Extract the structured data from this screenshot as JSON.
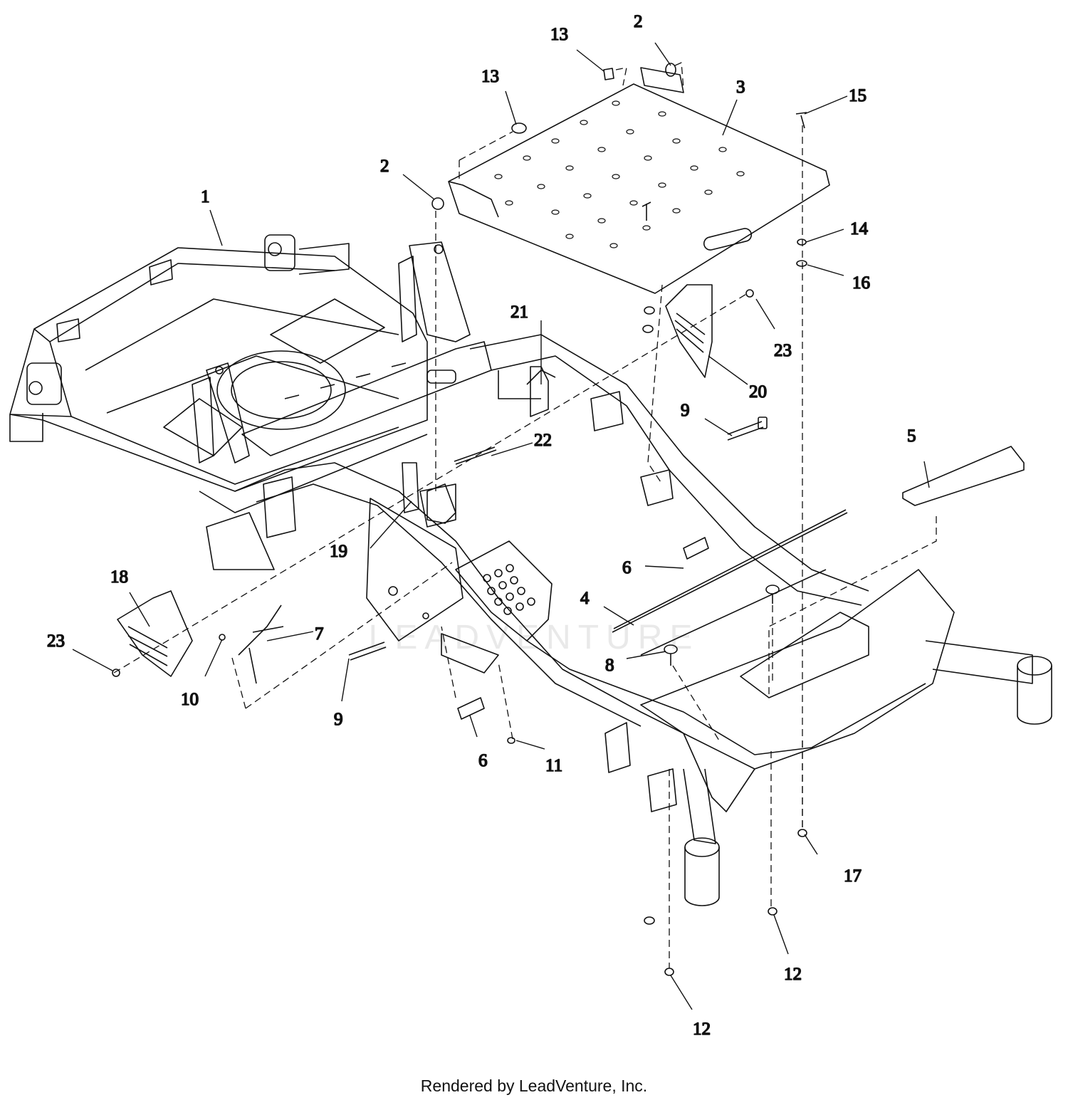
{
  "footer": "Rendered by LeadVenture, Inc.",
  "watermark": "LEADVENTURE",
  "callouts": [
    {
      "id": "c1",
      "label": "1"
    },
    {
      "id": "c2a",
      "label": "2"
    },
    {
      "id": "c2b",
      "label": "2"
    },
    {
      "id": "c3",
      "label": "3"
    },
    {
      "id": "c4",
      "label": "4"
    },
    {
      "id": "c5",
      "label": "5"
    },
    {
      "id": "c6a",
      "label": "6"
    },
    {
      "id": "c6b",
      "label": "6"
    },
    {
      "id": "c7",
      "label": "7"
    },
    {
      "id": "c8",
      "label": "8"
    },
    {
      "id": "c9a",
      "label": "9"
    },
    {
      "id": "c9b",
      "label": "9"
    },
    {
      "id": "c10",
      "label": "10"
    },
    {
      "id": "c11",
      "label": "11"
    },
    {
      "id": "c12a",
      "label": "12"
    },
    {
      "id": "c12b",
      "label": "12"
    },
    {
      "id": "c13a",
      "label": "13"
    },
    {
      "id": "c13b",
      "label": "13"
    },
    {
      "id": "c14",
      "label": "14"
    },
    {
      "id": "c15",
      "label": "15"
    },
    {
      "id": "c16",
      "label": "16"
    },
    {
      "id": "c17",
      "label": "17"
    },
    {
      "id": "c18",
      "label": "18"
    },
    {
      "id": "c19",
      "label": "19"
    },
    {
      "id": "c20",
      "label": "20"
    },
    {
      "id": "c21",
      "label": "21"
    },
    {
      "id": "c22",
      "label": "22"
    },
    {
      "id": "c23a",
      "label": "23"
    },
    {
      "id": "c23b",
      "label": "23"
    }
  ]
}
